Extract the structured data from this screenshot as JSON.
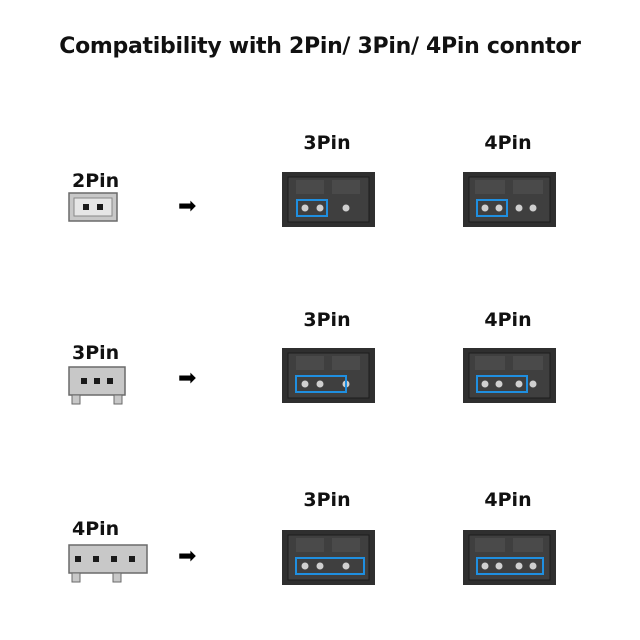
{
  "title": "Compatibility with 2Pin/ 3Pin/ 4Pin conntor",
  "rows": [
    {
      "source_label": "2Pin",
      "targets": [
        {
          "label": "3Pin"
        },
        {
          "label": "4Pin"
        }
      ]
    },
    {
      "source_label": "3Pin",
      "targets": [
        {
          "label": "3Pin"
        },
        {
          "label": "4Pin"
        }
      ]
    },
    {
      "source_label": "4Pin",
      "targets": [
        {
          "label": "3Pin"
        },
        {
          "label": "4Pin"
        }
      ]
    }
  ],
  "arrow_icon": "right-arrow-icon",
  "colors": {
    "plug_body": "#c8c8c8",
    "plug_outline": "#6a6a6a",
    "pin_hole": "#1a1a1a",
    "header_body": "#2f2f2f",
    "highlight": "#1f8fe0"
  }
}
